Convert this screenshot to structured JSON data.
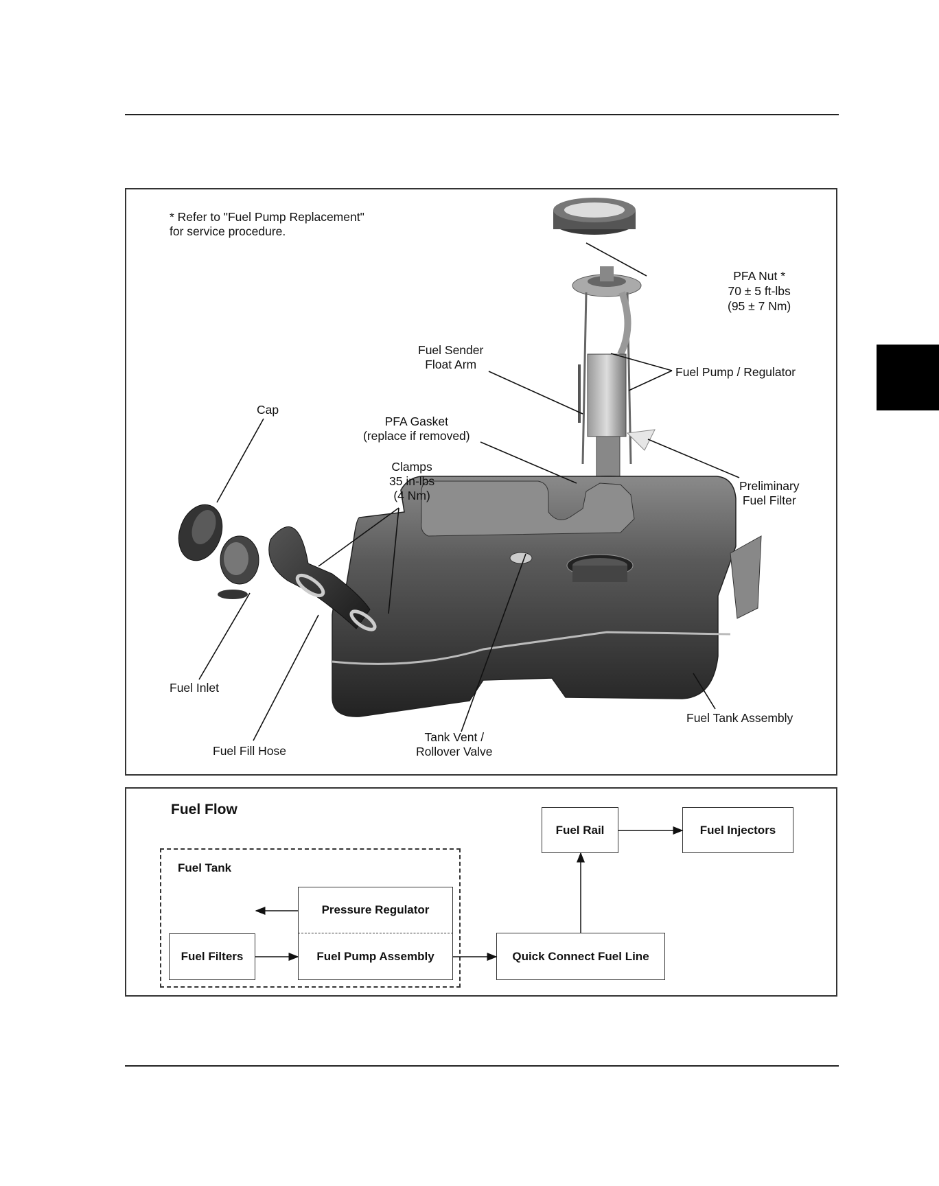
{
  "side_tab_color": "#000000",
  "diagram": {
    "note": [
      "* Refer to \"Fuel Pump Replacement\"",
      "for service procedure."
    ],
    "callouts": {
      "pfa_nut": [
        "PFA Nut *",
        "70 ± 5 ft-lbs",
        "(95 ± 7 Nm)"
      ],
      "sender_arm": [
        "Fuel Sender",
        "Float Arm"
      ],
      "pump_regulator": [
        "Fuel Pump / Regulator"
      ],
      "cap": [
        "Cap"
      ],
      "gasket": [
        "PFA Gasket",
        "(replace if removed)"
      ],
      "clamps": [
        "Clamps",
        "35 in-lbs",
        "(4 Nm)"
      ],
      "prelim_filter": [
        "Preliminary",
        "Fuel Filter"
      ],
      "fuel_inlet": [
        "Fuel Inlet"
      ],
      "tank_assembly": [
        "Fuel Tank Assembly"
      ],
      "fill_hose": [
        "Fuel Fill Hose"
      ],
      "tank_vent": [
        "Tank Vent /",
        "Rollover Valve"
      ]
    }
  },
  "flow": {
    "title": "Fuel Flow",
    "group_label": "Fuel Tank",
    "boxes": {
      "fuel_rail": "Fuel Rail",
      "fuel_injectors": "Fuel Injectors",
      "pressure_regulator": "Pressure Regulator",
      "fuel_filters": "Fuel Filters",
      "fuel_pump_assembly": "Fuel Pump Assembly",
      "quick_connect": "Quick Connect Fuel Line"
    }
  }
}
